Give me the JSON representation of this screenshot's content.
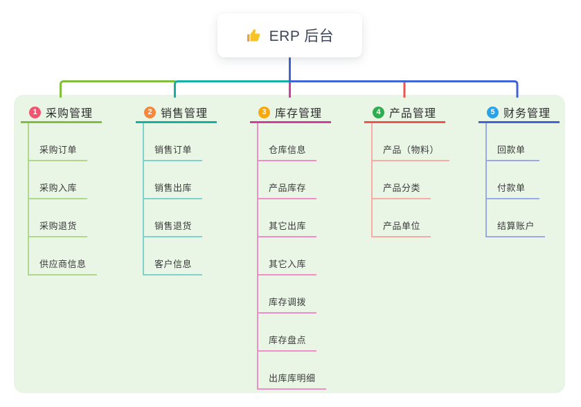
{
  "root": {
    "icon": "thumbs-up-icon",
    "title": "ERP 后台"
  },
  "panel_color": "#E9F5E5",
  "root_line_color": "#4163D6",
  "branches": [
    {
      "index": "1",
      "title": "采购管理",
      "badge_color": "#F3536F",
      "line_color": "#82BD3D",
      "child_line_color": "#AFD88B",
      "children": [
        "采购订单",
        "采购入库",
        "采购退货",
        "供应商信息"
      ]
    },
    {
      "index": "2",
      "title": "销售管理",
      "badge_color": "#F6873B",
      "line_color": "#15AFA6",
      "child_line_color": "#7FD2CC",
      "children": [
        "销售订单",
        "销售出库",
        "销售退货",
        "客户信息"
      ]
    },
    {
      "index": "3",
      "title": "库存管理",
      "badge_color": "#F7A90F",
      "line_color": "#D23C9E",
      "child_line_color": "#F18CC8",
      "children": [
        "仓库信息",
        "产品库存",
        "其它出库",
        "其它入库",
        "库存调拨",
        "库存盘点",
        "出库库明细"
      ]
    },
    {
      "index": "4",
      "title": "产品管理",
      "badge_color": "#30AD50",
      "line_color": "#F0534E",
      "child_line_color": "#F8ABA4",
      "children": [
        "产品（物料）",
        "产品分类",
        "产品单位"
      ]
    },
    {
      "index": "5",
      "title": "财务管理",
      "badge_color": "#2BA2E8",
      "line_color": "#4163D6",
      "child_line_color": "#97A9E6",
      "children": [
        "回款单",
        "付款单",
        "结算账户"
      ]
    }
  ]
}
